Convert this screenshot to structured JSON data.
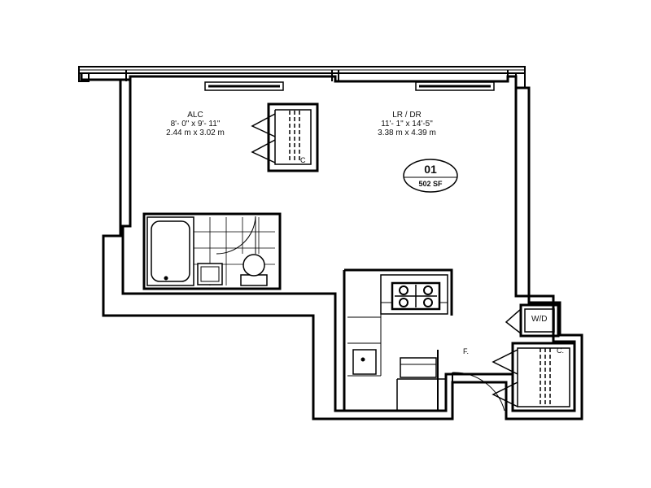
{
  "rooms": {
    "alcove": {
      "name": "ALC",
      "dim_imperial": "8'- 0\" x 9'- 11\"",
      "dim_metric": "2.44 m x 3.02 m"
    },
    "living_dining": {
      "name": "LR / DR",
      "dim_imperial": "11'- 1\" x 14'-5\"",
      "dim_metric": "3.38 m x 4.39 m"
    }
  },
  "unit_badge": {
    "number": "01",
    "area": "502 SF"
  },
  "tags": {
    "closet_alcove": "C",
    "closet_entry": "C.",
    "foyer": "F.",
    "washer_dryer": "W/D"
  },
  "colors": {
    "wall": "#000000",
    "background": "#ffffff"
  }
}
